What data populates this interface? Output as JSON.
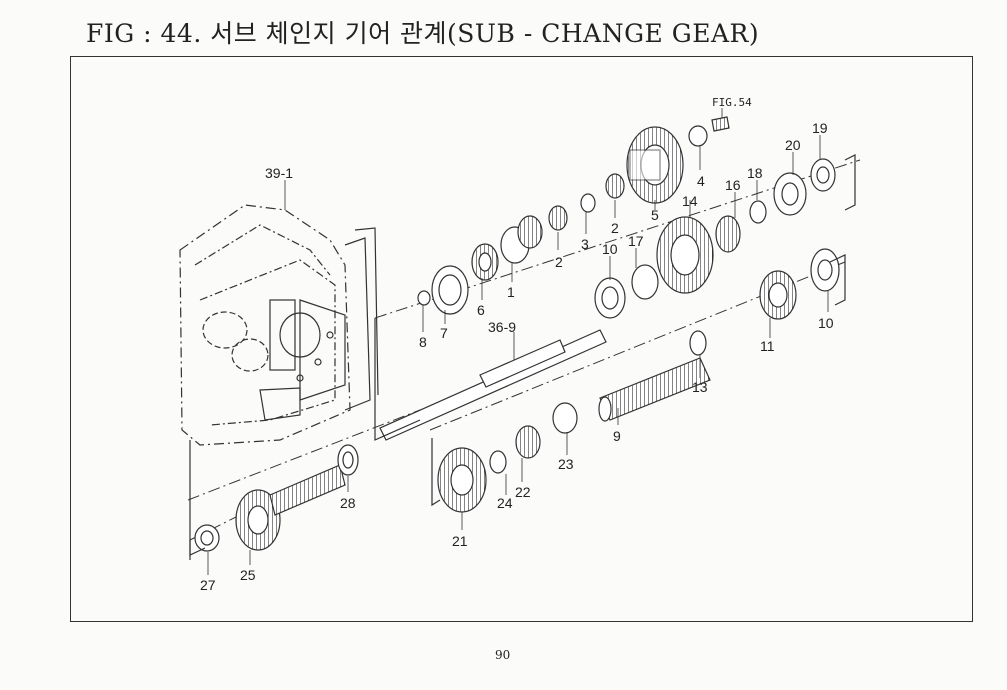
{
  "figure": {
    "title": "FIG : 44. 서브 체인지 기어 관계(SUB - CHANGE GEAR)",
    "page_number": "90",
    "reference": "FIG.54"
  },
  "parts": {
    "p39_1": "39-1",
    "p36_9": "36-9",
    "p1": "1",
    "p2a": "2",
    "p2b": "2",
    "p3": "3",
    "p4": "4",
    "p5": "5",
    "p6": "6",
    "p7": "7",
    "p8": "8",
    "p9": "9",
    "p10a": "10",
    "p10b": "10",
    "p11": "11",
    "p13": "13",
    "p14": "14",
    "p16": "16",
    "p17": "17",
    "p18": "18",
    "p19": "19",
    "p20": "20",
    "p21": "21",
    "p22": "22",
    "p23": "23",
    "p24": "24",
    "p25": "25",
    "p27": "27",
    "p28": "28"
  }
}
